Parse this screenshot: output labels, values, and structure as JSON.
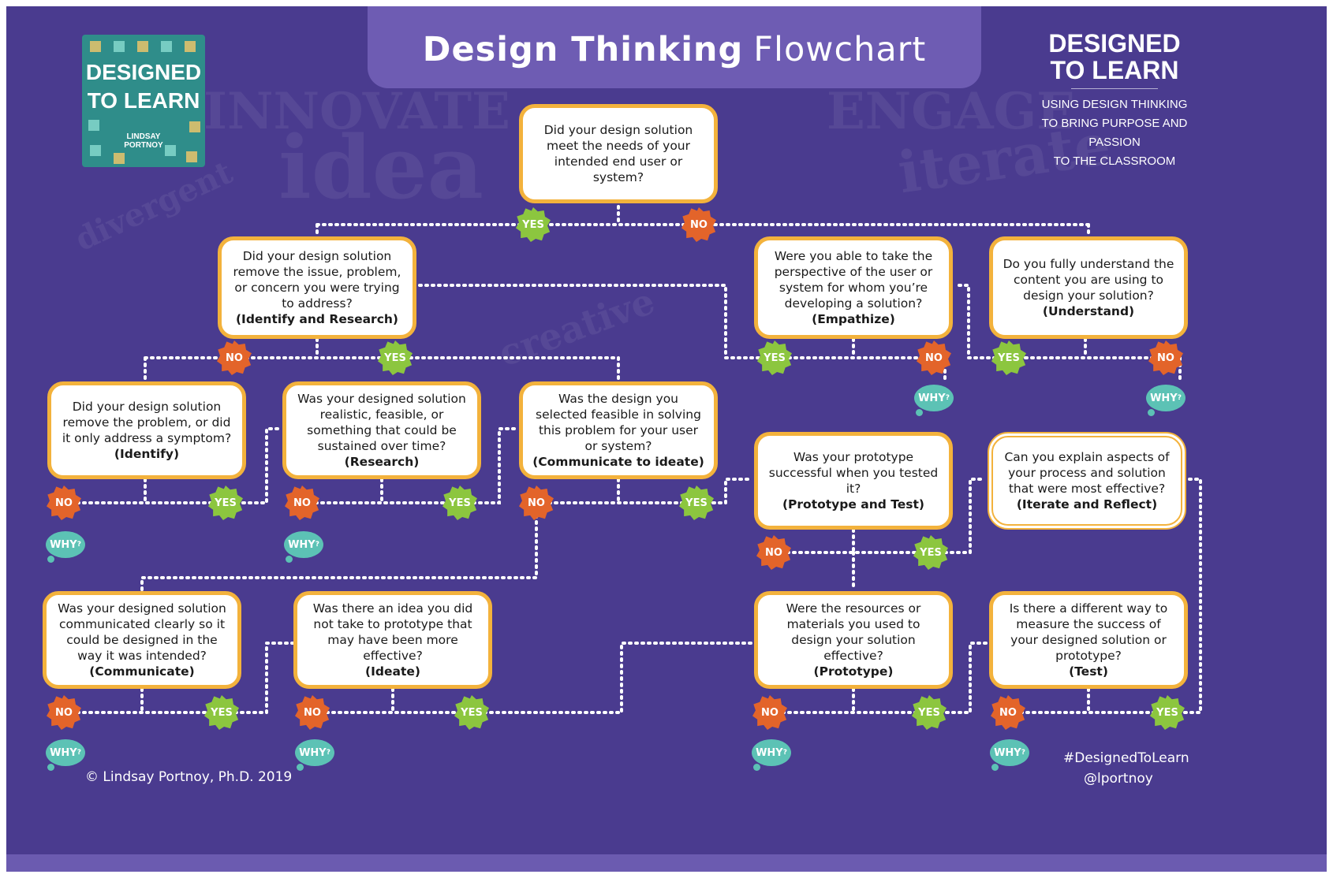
{
  "title": {
    "bold": "Design Thinking",
    "light": "Flowchart"
  },
  "book": {
    "title_line1": "DESIGNED",
    "title_line2": "TO LEARN",
    "author_line1": "LINDSAY",
    "author_line2": "PORTNOY"
  },
  "brand": {
    "title_line1": "DESIGNED",
    "title_line2": "TO LEARN",
    "tagline_line1": "USING DESIGN THINKING",
    "tagline_line2": "TO BRING PURPOSE AND PASSION",
    "tagline_line3": "TO THE CLASSROOM"
  },
  "watermarks": {
    "w1": "INNOVATE",
    "w2": "idea",
    "w3": "ENGAGE",
    "w4": "iterate",
    "w5": "divergent",
    "w6": "creative"
  },
  "labels": {
    "yes": "YES",
    "no": "NO",
    "why": "WHY"
  },
  "nodes": {
    "start": {
      "q": "Did your design solution meet the needs of your intended end user or system?",
      "s": ""
    },
    "identify_research": {
      "q": "Did your design solution remove the issue, problem, or concern you were trying to address?",
      "s": "(Identify and Research)"
    },
    "empathize": {
      "q": "Were you able to take the perspective of the user or system for whom you’re developing a solution?",
      "s": "(Empathize)"
    },
    "understand": {
      "q": "Do you fully understand the content you are using to design your solution?",
      "s": "(Understand)"
    },
    "identify": {
      "q": "Did your design solution remove the problem, or did it only address a symptom?",
      "s": "(Identify)"
    },
    "research": {
      "q": "Was your designed solution realistic, feasible, or something that could be sustained over time?",
      "s": "(Research)"
    },
    "communicate_ideate": {
      "q": "Was the design you selected feasible in solving this problem for your user or system?",
      "s": "(Communicate to ideate)"
    },
    "prototype_test": {
      "q": "Was your prototype successful when you tested it?",
      "s": "(Prototype and Test)"
    },
    "iterate_reflect": {
      "q": "Can you explain aspects of your process and solution that were most effective?",
      "s": "(Iterate and Reflect)"
    },
    "communicate": {
      "q": "Was your designed solution communicated clearly so it could be designed in the way it was intended?",
      "s": "(Communicate)"
    },
    "ideate": {
      "q": "Was there an idea you did not take to prototype that may have been more effective?",
      "s": "(Ideate)"
    },
    "prototype": {
      "q": "Were the resources or materials you used to design your solution effective?",
      "s": "(Prototype)"
    },
    "test": {
      "q": "Is there a different way to measure the success of your designed solution or prototype?",
      "s": "(Test)"
    }
  },
  "footer": {
    "copyright": "© Lindsay Portnoy, Ph.D. 2019",
    "hashtag": "#DesignedToLearn",
    "handle": "@lportnoy"
  },
  "colors": {
    "background": "#4a3b8f",
    "box_border": "#f3b23c",
    "yes": "#8cc63f",
    "no": "#e3642a",
    "why": "#5cc2b5"
  }
}
